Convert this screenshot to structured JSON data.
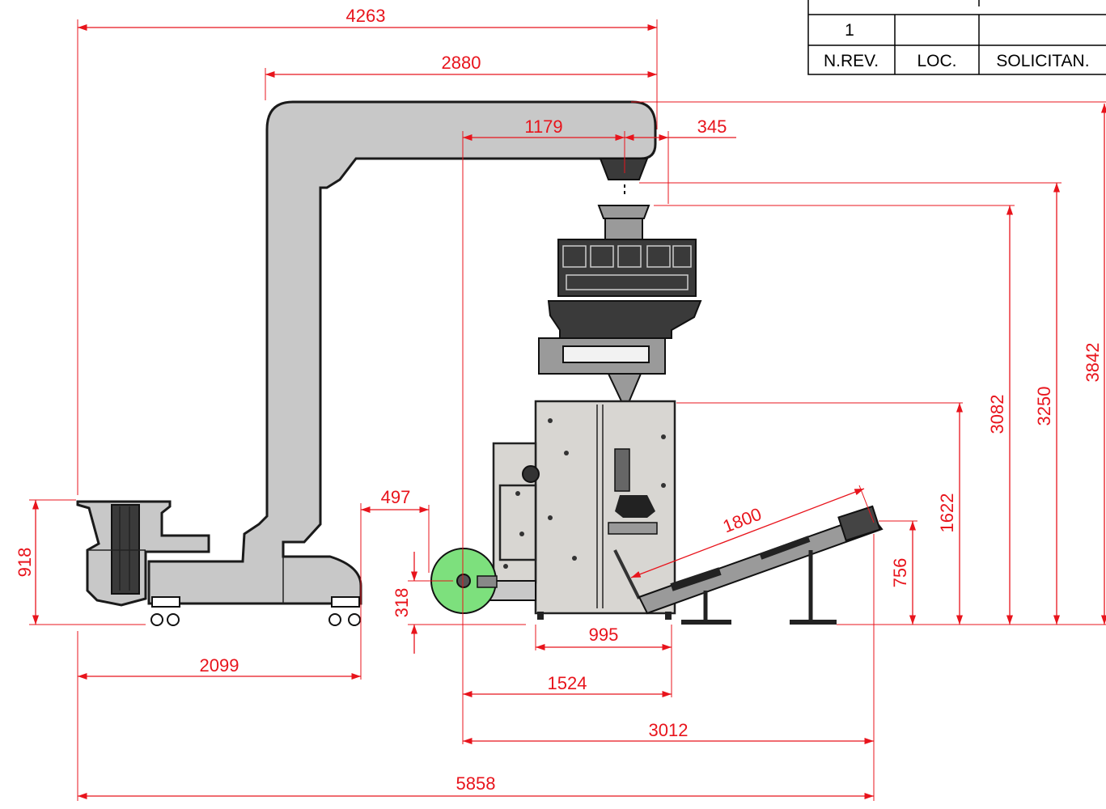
{
  "title_block": {
    "rows": [
      [
        "1",
        "",
        ""
      ],
      [
        "N.REV.",
        "LOC.",
        "SOLICITAN."
      ]
    ]
  },
  "dimensions": {
    "d4263": "4263",
    "d2880": "2880",
    "d1179": "1179",
    "d345": "345",
    "d497": "497",
    "d918": "918",
    "d318": "318",
    "d995": "995",
    "d2099": "2099",
    "d1524": "1524",
    "d3012": "3012",
    "d5858": "5858",
    "d1800": "1800",
    "d756": "756",
    "d1622": "1622",
    "d3082": "3082",
    "d3250": "3250",
    "d3842": "3842"
  },
  "colors": {
    "dimension": "#e8141c",
    "elevator_body": "#c8c8c8",
    "roll": "#7de07d"
  }
}
